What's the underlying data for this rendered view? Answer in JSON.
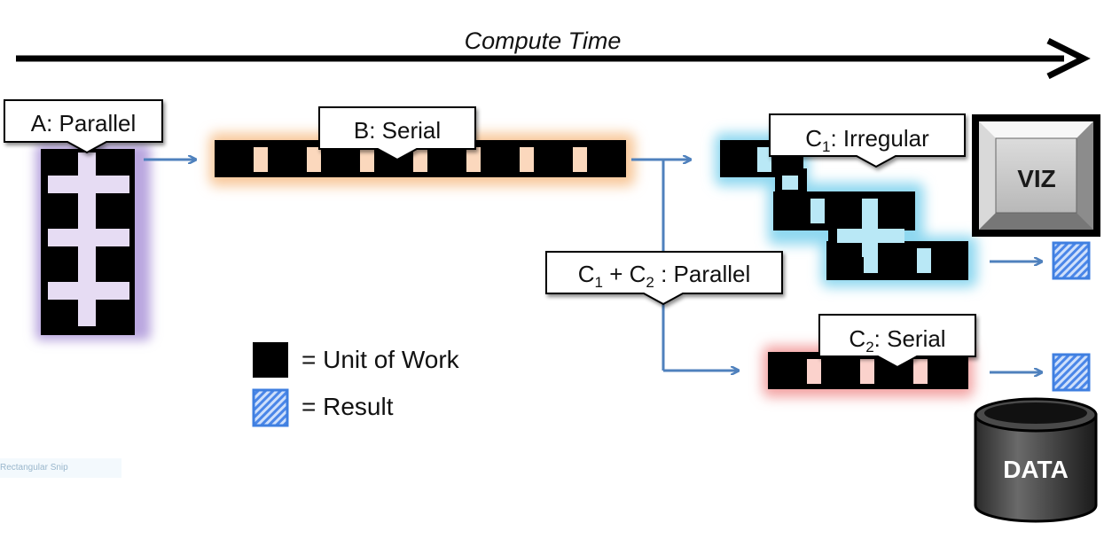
{
  "timeline": {
    "label": "Compute Time"
  },
  "stages": {
    "a": {
      "label": "A: Parallel"
    },
    "b": {
      "label": "B: Serial"
    },
    "c1": {
      "prefix": "C",
      "sub": "1",
      "suffix": ": Irregular"
    },
    "c1c2": {
      "p1": "C",
      "s1": "1",
      "mid": " + C",
      "s2": "2",
      "suffix": " : Parallel"
    },
    "c2": {
      "prefix": "C",
      "sub": "2",
      "suffix": ": Serial"
    }
  },
  "outputs": {
    "viz": "VIZ",
    "data": "DATA"
  },
  "legend": {
    "unit_of_work": "= Unit of Work",
    "result": "= Result"
  },
  "overlay": {
    "snip_text": "Rectangular Snip"
  },
  "colors": {
    "arrow_blue": "#4f81bd",
    "parallel_glow": "#b9a6df",
    "parallel_fill": "#e6dcf3",
    "serial_glow": "#f8c89a",
    "serial_fill": "#fbd8bd",
    "irregular_glow": "#8fd8f0",
    "irregular_fill": "#b9e8f6",
    "serial2_glow": "#f3a3a3",
    "serial2_fill": "#fbd2cc",
    "result_blue": "#3f7fe0",
    "unit_black": "#000000"
  }
}
